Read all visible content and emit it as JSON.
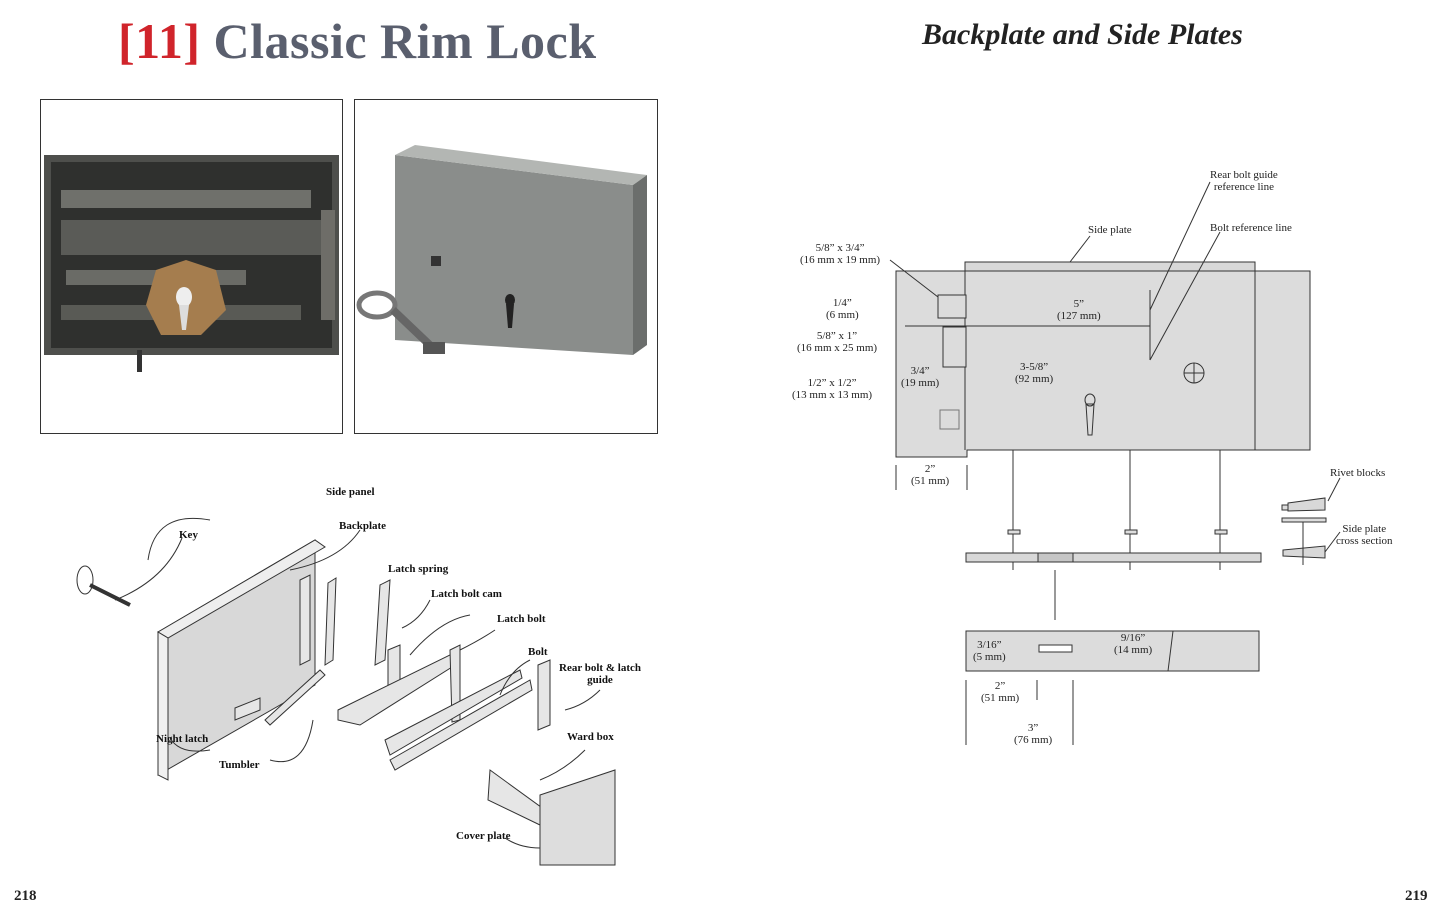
{
  "left_page": {
    "chapter_number": "[11]",
    "chapter_title": "Classic Rim Lock",
    "page_number": "218",
    "photos": [
      {
        "description": "Open rim lock interior view"
      },
      {
        "description": "Closed rim lock with key"
      }
    ],
    "exploded_diagram": {
      "labels": {
        "side_panel": "Side panel",
        "backplate": "Backplate",
        "key": "Key",
        "latch_spring": "Latch spring",
        "latch_bolt_cam": "Latch bolt cam",
        "latch_bolt": "Latch bolt",
        "bolt": "Bolt",
        "rear_bolt_latch_guide_1": "Rear bolt & latch",
        "rear_bolt_latch_guide_2": "guide",
        "ward_box": "Ward box",
        "night_latch": "Night latch",
        "tumbler": "Tumbler",
        "cover_plate": "Cover plate"
      }
    }
  },
  "right_page": {
    "section_title": "Backplate and Side Plates",
    "page_number": "219",
    "drawing": {
      "labels": {
        "rear_bolt_guide_1": "Rear bolt guide",
        "rear_bolt_guide_2": "reference line",
        "side_plate": "Side plate",
        "bolt_reference_line": "Bolt reference line",
        "rivet_blocks": "Rivet blocks",
        "side_plate_cross_1": "Side plate",
        "side_plate_cross_2": "cross section"
      },
      "dimensions": {
        "d1_in": "5/8” x 3/4”",
        "d1_mm": "(16 mm x 19 mm)",
        "d2_in": "1/4”",
        "d2_mm": "(6 mm)",
        "d3_in": "5/8” x 1”",
        "d3_mm": "(16 mm x 25 mm)",
        "d4_in": "3/4”",
        "d4_mm": "(19 mm)",
        "d5_in": "1/2” x 1/2”",
        "d5_mm": "(13 mm x 13 mm)",
        "d6_in": "5”",
        "d6_mm": "(127 mm)",
        "d7_in": "3-5/8”",
        "d7_mm": "(92 mm)",
        "d8_in": "2”",
        "d8_mm": "(51 mm)",
        "d9_in": "3/16”",
        "d9_mm": "(5 mm)",
        "d10_in": "9/16”",
        "d10_mm": "(14 mm)",
        "d11_in": "2”",
        "d11_mm": "(51 mm)",
        "d12_in": "3”",
        "d12_mm": "(76 mm)"
      }
    }
  }
}
